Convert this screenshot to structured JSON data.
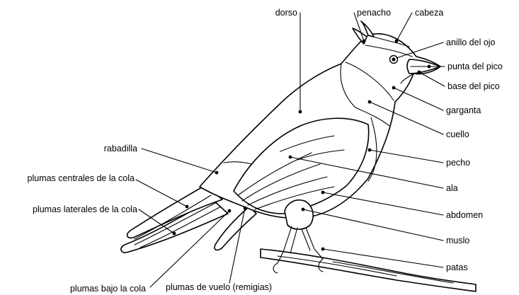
{
  "labels": {
    "dorso": "dorso",
    "penacho": "penacho",
    "cabeza": "cabeza",
    "anillo_del_ojo": "anillo del ojo",
    "punta_del_pico": "punta del pico",
    "base_del_pico": "base del pico",
    "garganta": "garganta",
    "cuello": "cuello",
    "pecho": "pecho",
    "ala": "ala",
    "abdomen": "abdomen",
    "muslo": "muslo",
    "patas": "patas",
    "rabadilla": "rabadilla",
    "plumas_centrales_de_la_cola": "plumas centrales de la cola",
    "plumas_laterales_de_la_cola": "plumas laterales de la cola",
    "plumas_bajo_la_cola": "plumas bajo la cola",
    "plumas_de_vuelo": "plumas de vuelo (remigias)"
  }
}
